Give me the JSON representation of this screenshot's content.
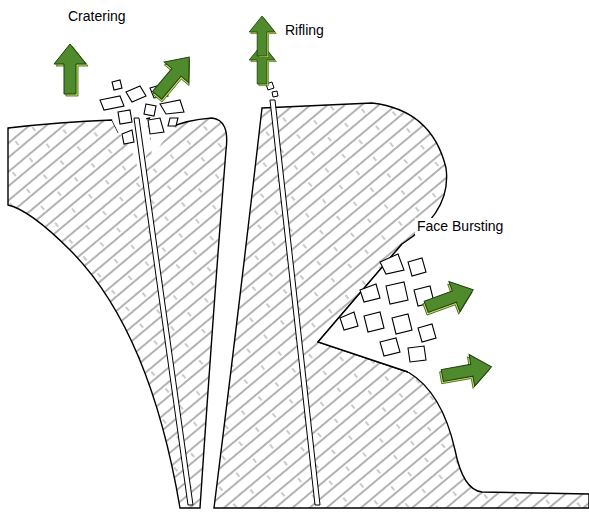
{
  "diagram": {
    "labels": [
      "Cratering",
      "Rifling",
      "Face Bursting"
    ]
  }
}
